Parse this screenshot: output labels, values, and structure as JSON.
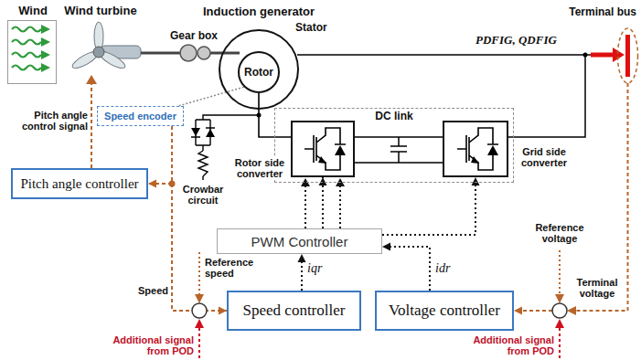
{
  "diagram": {
    "nodes": [
      {
        "text": [
          "Wind"
        ]
      },
      {
        "text": [
          "Induction generator",
          "Stator"
        ]
      },
      {
        "text": [
          "Rotor"
        ],
        "in": 1
      },
      {
        "text": [
          "Speed encoder"
        ]
      },
      {
        "text": [
          "Pitch angle controller"
        ]
      },
      {
        "text": [
          "DC link"
        ]
      },
      {
        "text": [
          "Rotor side converter"
        ],
        "in": 5
      },
      {
        "text": [
          "Grid side converter"
        ],
        "in": 5
      },
      {
        "text": [
          "PWM Controller"
        ]
      },
      {
        "text": [
          "Speed controller"
        ]
      },
      {
        "text": [
          "Voltage controller"
        ]
      }
    ],
    "edges": [
      {
        "from": 2,
        "to": 6,
        "arrow": "none"
      },
      {
        "from": 2,
        "to": 3,
        "arrow": "none"
      },
      {
        "from": 3,
        "to": 4,
        "arrow": "to"
      },
      {
        "from": 3,
        "to": 9,
        "arrow": "to"
      },
      {
        "from": 8,
        "to": 6,
        "arrow": "to"
      },
      {
        "from": 8,
        "to": 7,
        "arrow": "to"
      },
      {
        "from": 9,
        "to": 8,
        "label": "iqr",
        "arrow": "to"
      },
      {
        "from": 10,
        "to": 8,
        "label": "idr",
        "arrow": "to"
      }
    ],
    "labels": [
      "Wind turbine",
      "Gear box",
      "PDFIG, QDFIG",
      "Terminal bus",
      "Pitch angle control signal",
      "Crowbar circuit",
      "Reference speed",
      "Speed",
      "Reference voltage",
      "Terminal voltage",
      "Additional signal from POD",
      "Additional signal from POD"
    ]
  }
}
